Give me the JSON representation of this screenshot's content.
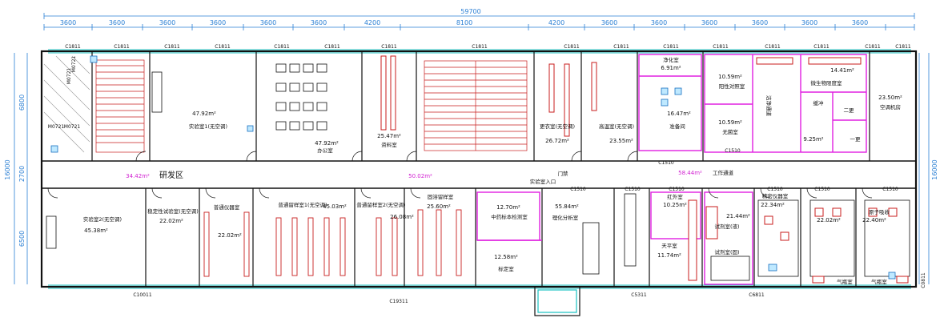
{
  "plan": {
    "total_width": "59700",
    "top_dims": [
      "3600",
      "3600",
      "3600",
      "3600",
      "3600",
      "3600",
      "4200",
      "8100",
      "4200",
      "3600",
      "3600",
      "3600",
      "3600",
      "3600",
      "3600"
    ],
    "left_dims": [
      "6800",
      "2700",
      "6500"
    ],
    "left_total": "16000",
    "right_total": "16000",
    "top_windows": [
      "C1811",
      "C1811",
      "C1811",
      "C1811",
      "C1811",
      "C1811",
      "C1811",
      "C1811",
      "C1811",
      "C1811",
      "C1811",
      "C1811",
      "C1811",
      "C1811",
      "C1811",
      "C1811"
    ],
    "bottom_windows": [
      "C10011",
      "C19311",
      "C5311",
      "C6811",
      "C0811"
    ],
    "mid_windows": [
      "C1510",
      "C1510",
      "C1510",
      "C1510",
      "C1510",
      "C1510",
      "C1510",
      "C1510"
    ],
    "top_left_doors": [
      "M0721",
      "M0721",
      "M0721",
      "M0721"
    ],
    "rooms": {
      "r_lab1": {
        "name": "实验室1(无空调)",
        "area": "47.92m²"
      },
      "r_office": {
        "name": "办公室",
        "area": "47.92m²"
      },
      "r_archive": {
        "name": "资料室",
        "area": "25.47m²"
      },
      "r_change": {
        "name": "更衣室(无空调)",
        "area": "26.72m²"
      },
      "r_highTemp": {
        "name": "高温室(无空调)",
        "area": "23.55m²"
      },
      "r_purify": {
        "name": "净化室",
        "area": "6.91m²"
      },
      "r_prep": {
        "name": "准备间",
        "area": "16.47m²"
      },
      "r_positive": {
        "name": "阳性对照室",
        "area": "10.59m²"
      },
      "r_clean": {
        "name": "洁净通道",
        "area": ""
      },
      "r_micro": {
        "name": "微生物限度室",
        "area": "14.41m²"
      },
      "r_buffer": {
        "name": "缓冲",
        "area": ""
      },
      "r_sterile": {
        "name": "无菌室",
        "area": "10.59m²"
      },
      "r_second": {
        "name": "二更",
        "area": ""
      },
      "r_first": {
        "name": "一更",
        "area": "9.25m²"
      },
      "r_aircon": {
        "name": "空调机房",
        "area": "23.50m²"
      },
      "r_rd": {
        "name": "研发区",
        "area": "34.42m²"
      },
      "r_corridor": {
        "name": "",
        "area": "50.02m²"
      },
      "r_work": {
        "name": "工作通道",
        "area": "58.44m²"
      },
      "r_entry": {
        "name": "实验室入口",
        "area": ""
      },
      "r_lab2": {
        "name": "实验室2(无空调)",
        "area": "45.38m²"
      },
      "r_stability": {
        "name": "稳定性试验室(无空调)",
        "area": "22.02m²"
      },
      "r_instrument": {
        "name": "普通仪器室",
        "area": "22.02m²"
      },
      "r_sample1": {
        "name": "普通留样室1(无空调)",
        "area": "45.03m²"
      },
      "r_sample2": {
        "name": "普通留样室2(无空调)",
        "area": "26.08m²"
      },
      "r_herb": {
        "name": "固溶留样室",
        "area": "25.60m²"
      },
      "r_tcm": {
        "name": "中药标本检测室",
        "area": "12.70m²"
      },
      "r_chem": {
        "name": "理化分析室",
        "area": "55.84m²"
      },
      "r_standard": {
        "name": "标定室",
        "area": "12.58m²"
      },
      "r_ir": {
        "name": "红外室",
        "area": "10.25m²"
      },
      "r_balance": {
        "name": "天平室",
        "area": "11.74m²"
      },
      "r_reagent": {
        "name": "试剂室(液)",
        "area": "21.44m²"
      },
      "r_reagent2": {
        "name": "试剂室(固)",
        "area": ""
      },
      "r_precision": {
        "name": "精密仪器室",
        "area": "22.34m²"
      },
      "r_gas_room": {
        "name": "",
        "area": "22.02m²"
      },
      "r_atomic": {
        "name": "原子吸收",
        "area": "22.40m²"
      },
      "r_gas1": {
        "name": "气瓶室",
        "area": ""
      },
      "r_gas2": {
        "name": "气瓶室",
        "area": ""
      },
      "r_entry_door": {
        "name": "门禁",
        "area": ""
      }
    }
  }
}
